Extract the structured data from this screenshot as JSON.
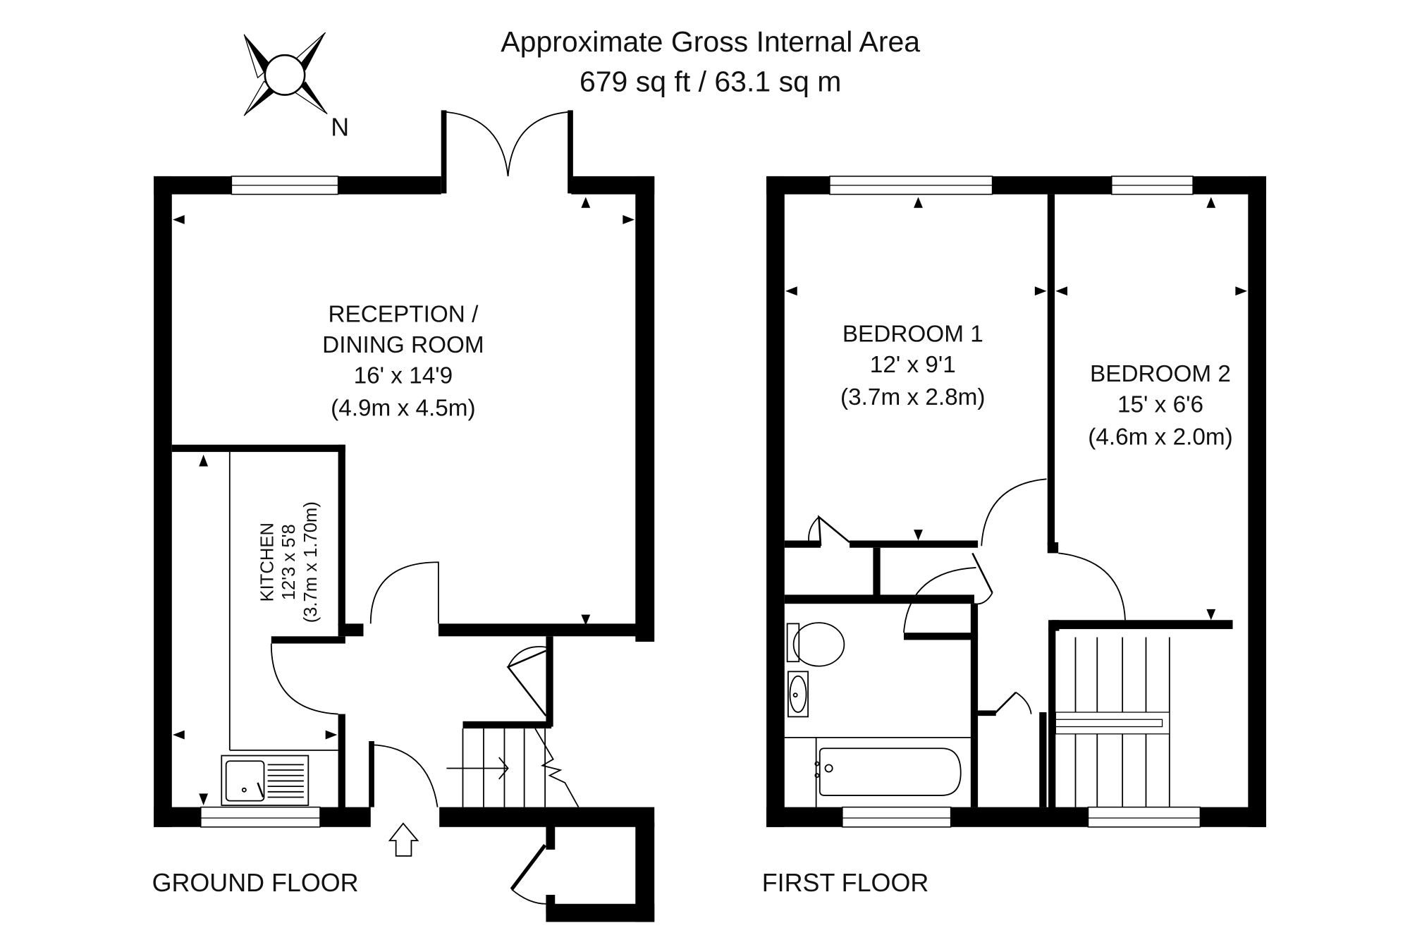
{
  "header": {
    "title": "Approximate Gross Internal Area",
    "area": "679 sq ft / 63.1 sq m"
  },
  "compass": {
    "label": "N",
    "icon": "compass-rose-icon"
  },
  "floors": [
    {
      "label": "GROUND FLOOR",
      "rooms": [
        {
          "name_line1": "RECEPTION /",
          "name_line2": "DINING ROOM",
          "imperial": "16' x 14'9",
          "metric": "(4.9m x 4.5m)"
        },
        {
          "name_line1": "KITCHEN",
          "imperial": "12'3 x 5'8",
          "metric": "(3.7m x 1.70m)"
        }
      ],
      "icons": [
        "entrance-arrow-icon",
        "stairs-icon",
        "sink-icon",
        "french-doors-icon"
      ]
    },
    {
      "label": "FIRST FLOOR",
      "rooms": [
        {
          "name_line1": "BEDROOM 1",
          "imperial": "12' x 9'1",
          "metric": "(3.7m x 2.8m)"
        },
        {
          "name_line1": "BEDROOM 2",
          "imperial": "15' x 6'6",
          "metric": "(4.6m x 2.0m)"
        }
      ],
      "icons": [
        "toilet-icon",
        "washbasin-icon",
        "bathtub-icon",
        "stairs-icon"
      ]
    }
  ]
}
